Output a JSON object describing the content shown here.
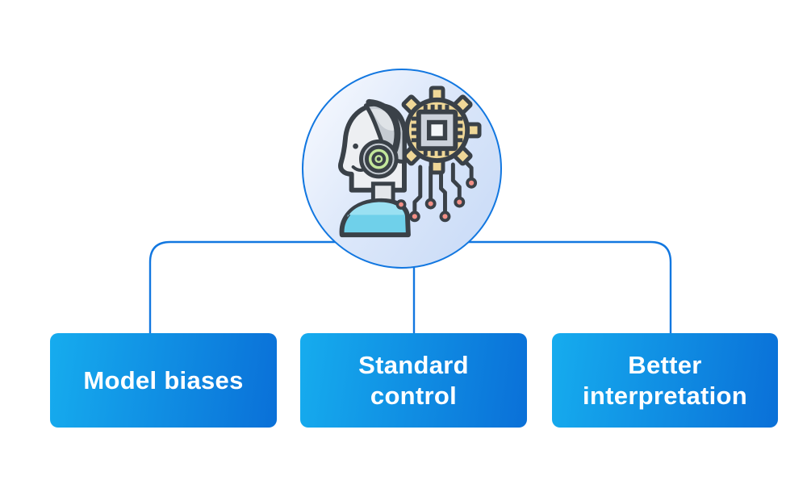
{
  "diagram": {
    "root": {
      "icon": "ai-robot-chip-gear-icon",
      "description": "Robot head in profile with headphones, CPU chip inside a gear, and circuit traces"
    },
    "nodes": [
      {
        "label": "Model biases"
      },
      {
        "label": "Standard\ncontrol"
      },
      {
        "label": "Better\ninterpretation"
      }
    ],
    "colors": {
      "connector_blue": "#1277e0",
      "node_gradient_start": "#16acee",
      "node_gradient_end": "#0a70d8",
      "node_text": "#ffffff",
      "hub_border": "#1277e0",
      "hub_fill_start": "#f5f8fe",
      "hub_fill_end": "#c9dbf7",
      "icon_outline": "#3a4148",
      "icon_face": "#edeff2",
      "icon_helmet": "#c5cbd2",
      "icon_gear": "#efd797",
      "icon_chip": "#ccd2db",
      "icon_shoulders": "#6fd0ea",
      "icon_headphone_green": "#c3e79b",
      "icon_node_dot": "#f28f86"
    }
  }
}
